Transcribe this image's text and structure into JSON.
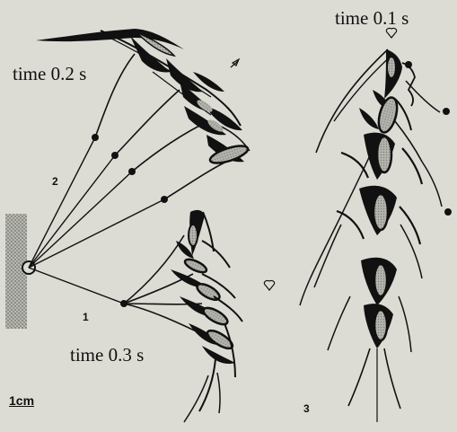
{
  "labels": {
    "time_a": "time 0.1 s",
    "time_b": "time 0.2 s",
    "time_c": "time 0.3 s",
    "panel_1": "1",
    "panel_2": "2",
    "panel_3": "3",
    "scale_bar": "1cm"
  },
  "colors": {
    "background": "#dcdcd4",
    "ink": "#111111",
    "shading": "#9a9a94",
    "support": "#8c8c86"
  }
}
